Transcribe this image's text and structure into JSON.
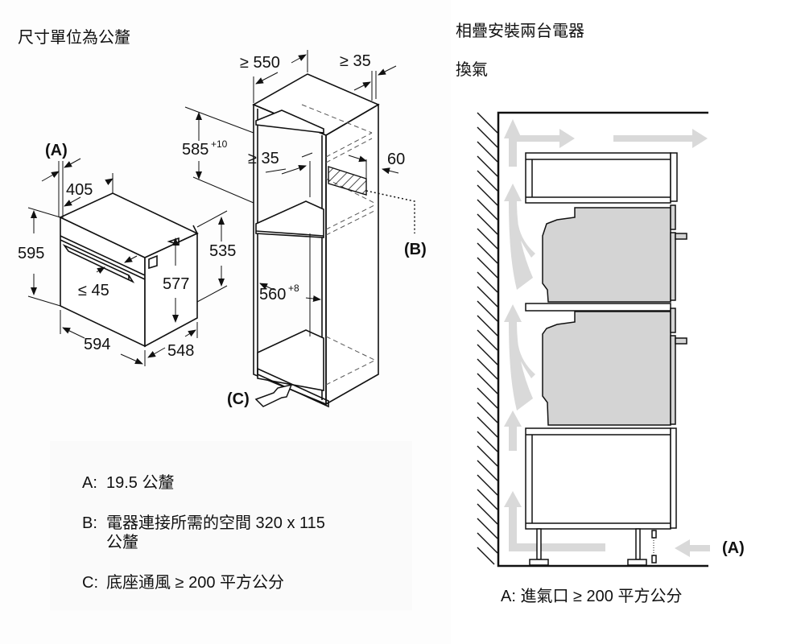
{
  "left_panel": {
    "title": "尺寸單位為公釐",
    "oven_dims": {
      "label_a": "(A)",
      "gap_405": "405",
      "height_595": "595",
      "handle_45": "≤ 45",
      "body_577": "577",
      "depth_535": "535",
      "width_594": "594",
      "depth_548": "548"
    },
    "cabinet_dims": {
      "width_550": "≥ 550",
      "back_35": "≥ 35",
      "niche_585": "585",
      "niche_585_tol": "+10",
      "shelf_35": "≥ 35",
      "depth_60": "60",
      "label_b": "(B)",
      "width_560": "560",
      "width_560_tol": "+8",
      "label_c": "(C)"
    },
    "legend": [
      {
        "key": "A:",
        "text": "19.5 公釐"
      },
      {
        "key": "B:",
        "text": "電器連接所需的空間 320 x 115 公釐"
      },
      {
        "key": "C:",
        "text": "底座通風 ≥ 200 平方公分"
      }
    ]
  },
  "right_panel": {
    "title": "相疊安裝兩台電器",
    "subtitle": "換氣",
    "label_a": "(A)",
    "caption": "A: 進氣口 ≥ 200 平方公分"
  },
  "colors": {
    "line": "#111111",
    "appliance_fill": "#d4d4d4",
    "airflow_arrow": "#d9d9d9",
    "panel_bg": "#fbfbfb"
  }
}
